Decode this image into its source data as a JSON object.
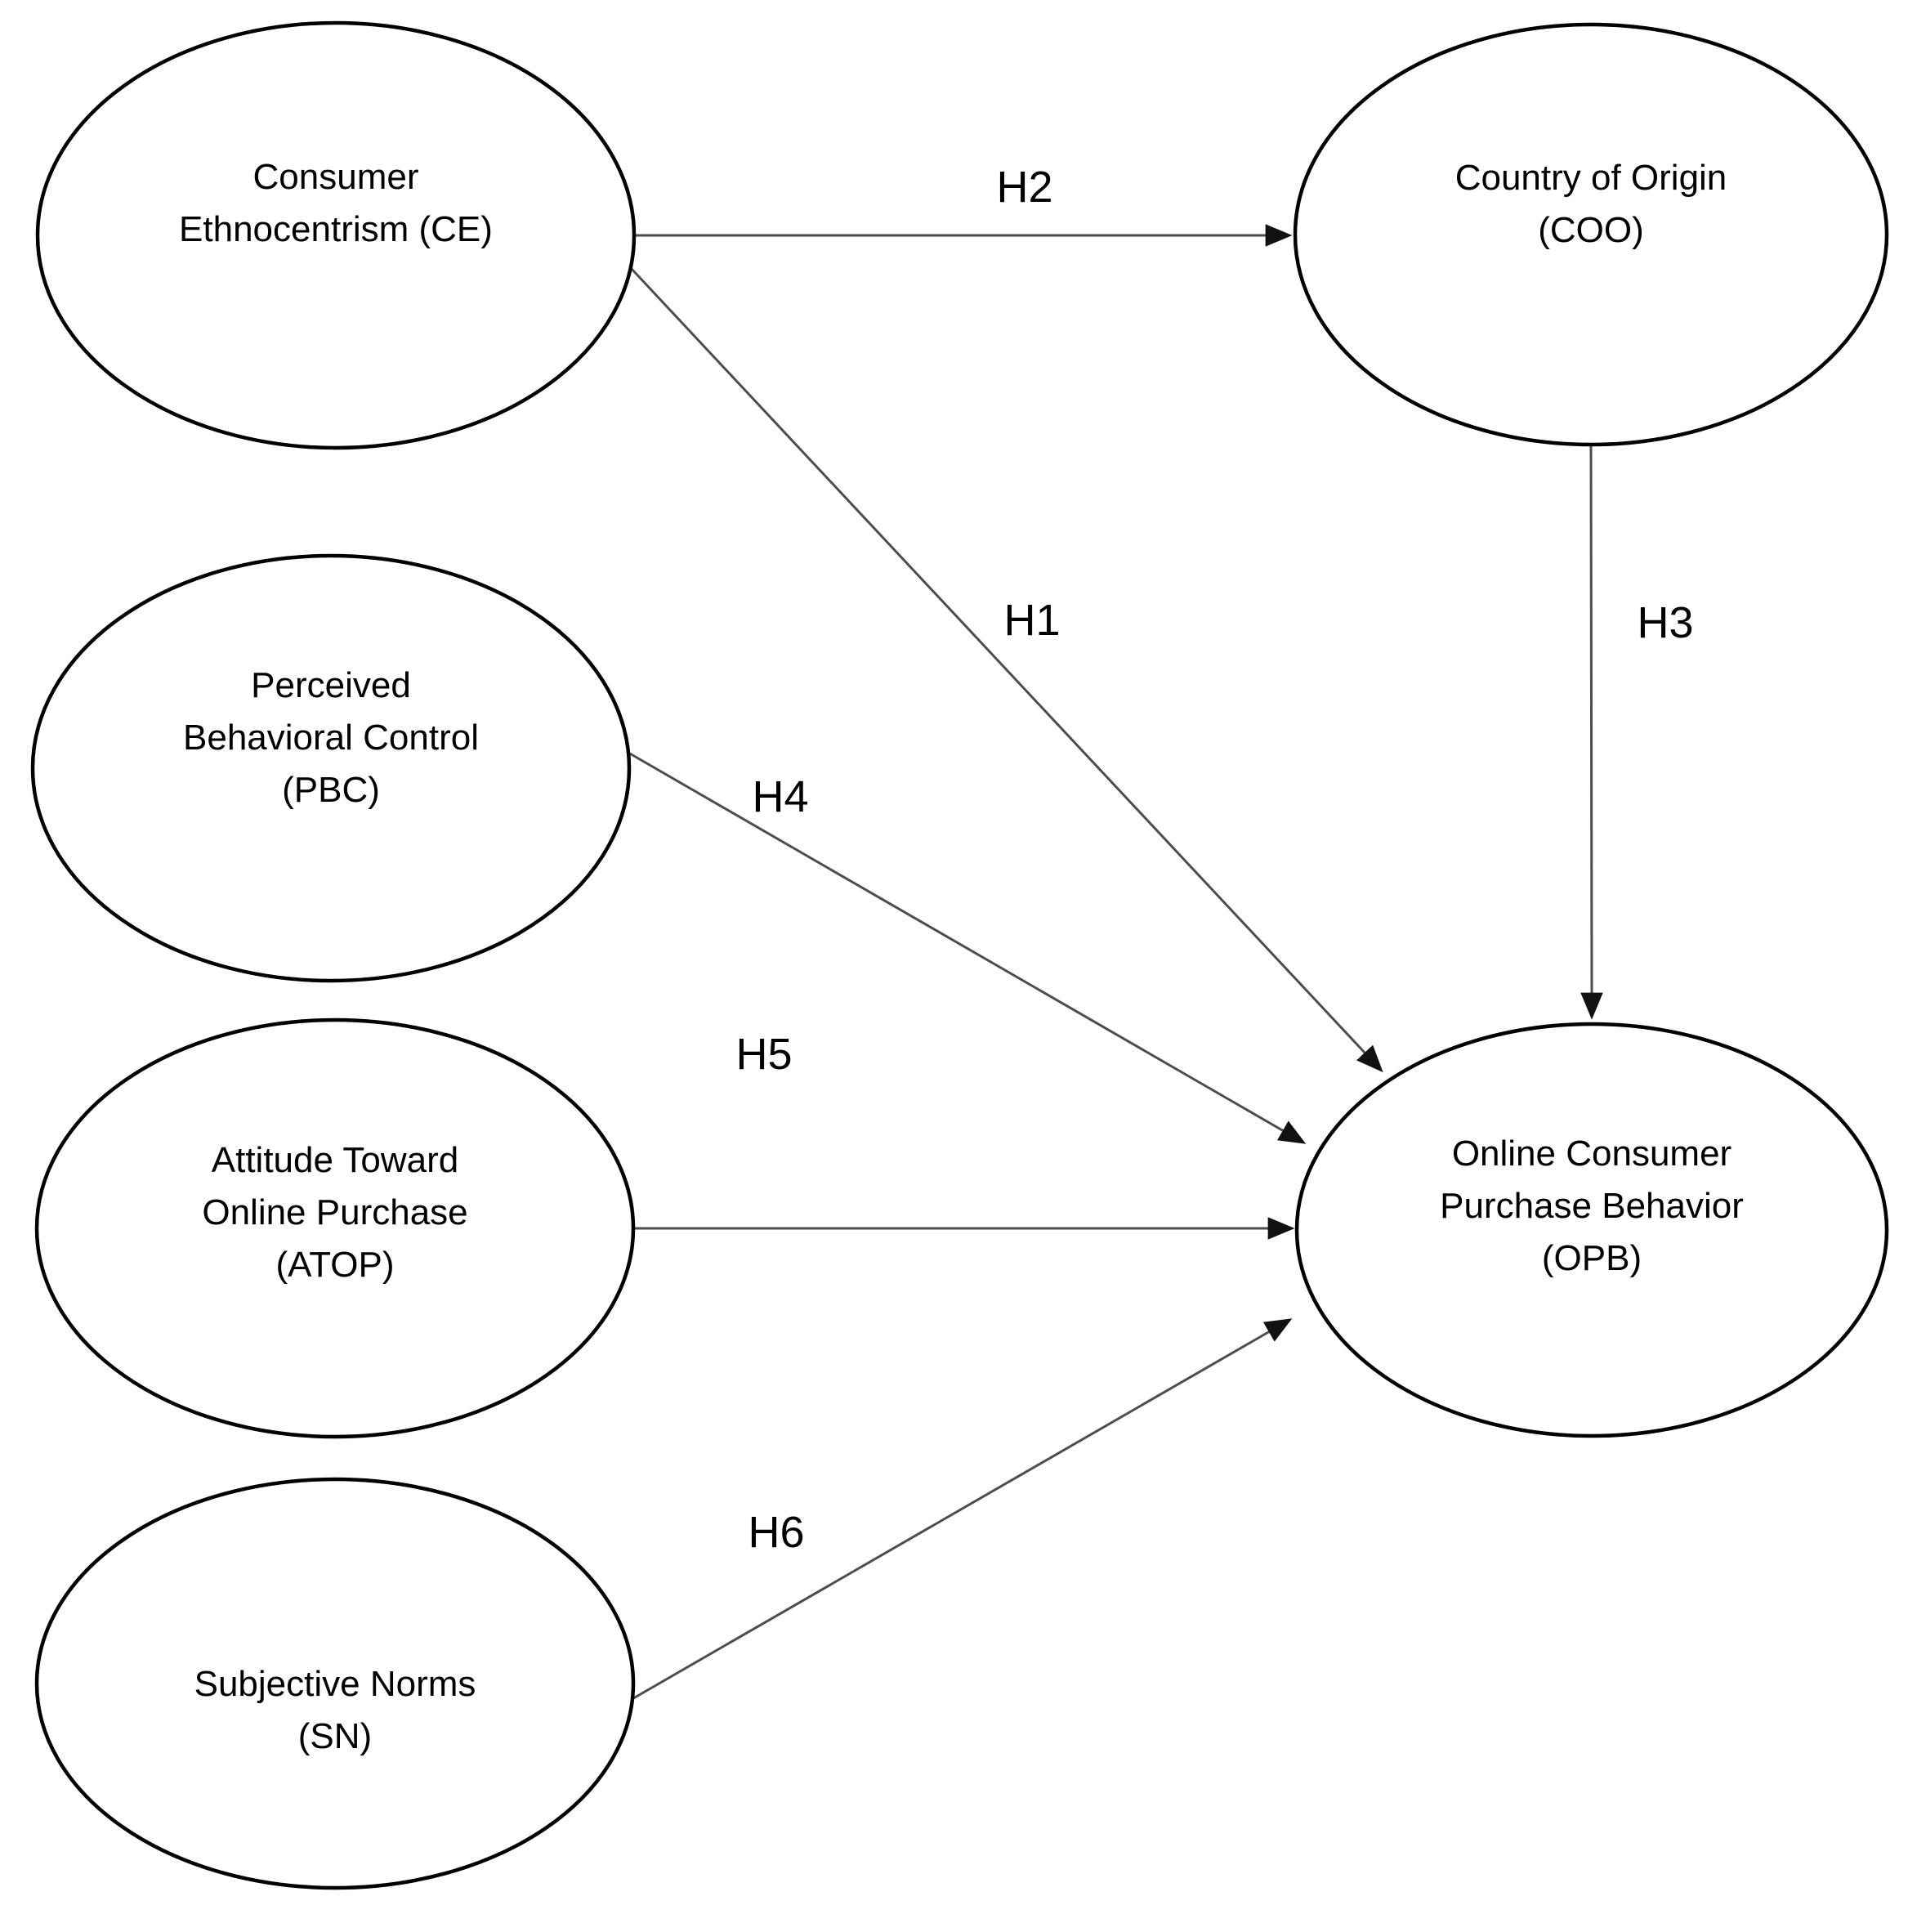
{
  "diagram": {
    "type": "conceptual-model",
    "background_color": "#ffffff",
    "ellipse_fill": "#ffffff",
    "ellipse_stroke": "#000000",
    "connector_color": "#4d4d4d",
    "arrowhead_color": "#111111",
    "text_color": "#000000"
  },
  "nodes": {
    "ce": {
      "abbr": "CE",
      "full_label": "Consumer Ethnocentrism (CE)",
      "line1": "Consumer",
      "line2": "Ethnocentrism (CE)"
    },
    "coo": {
      "abbr": "COO",
      "full_label": "Country of Origin (COO)",
      "line1": "Country of Origin",
      "line2": "(COO)"
    },
    "pbc": {
      "abbr": "PBC",
      "full_label": "Perceived Behavioral Control (PBC)",
      "line1": "Perceived",
      "line2": "Behavioral Control",
      "line3": "(PBC)"
    },
    "atop": {
      "abbr": "ATOP",
      "full_label": "Attitude Toward Online Purchase (ATOP)",
      "line1": "Attitude Toward",
      "line2": "Online Purchase",
      "line3": "(ATOP)"
    },
    "sn": {
      "abbr": "SN",
      "full_label": "Subjective Norms (SN)",
      "line1": "Subjective Norms",
      "line2": "(SN)"
    },
    "opb": {
      "abbr": "OPB",
      "full_label": "Online Consumer Purchase Behavior (OPB)",
      "line1": "Online Consumer",
      "line2": "Purchase Behavior",
      "line3": "(OPB)"
    }
  },
  "edges": {
    "h1": {
      "label": "H1",
      "from": "CE",
      "to": "OPB"
    },
    "h2": {
      "label": "H2",
      "from": "CE",
      "to": "COO"
    },
    "h3": {
      "label": "H3",
      "from": "COO",
      "to": "OPB"
    },
    "h4": {
      "label": "H4",
      "from": "PBC",
      "to": "OPB"
    },
    "h5": {
      "label": "H5",
      "from": "ATOP",
      "to": "OPB"
    },
    "h6": {
      "label": "H6",
      "from": "SN",
      "to": "OPB"
    }
  }
}
